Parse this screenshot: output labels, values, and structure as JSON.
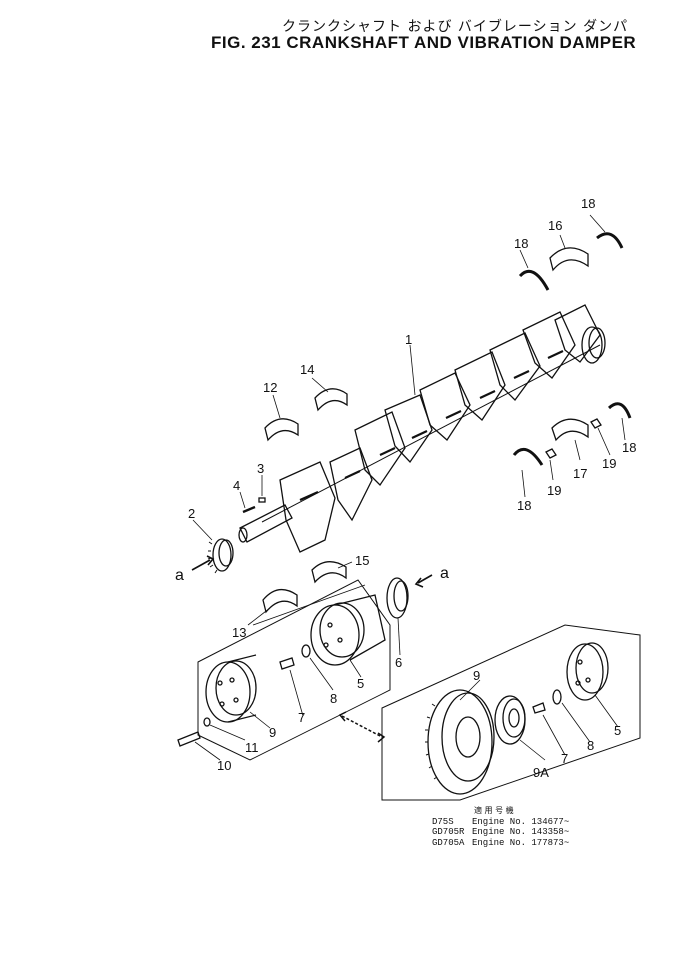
{
  "title": {
    "japanese": "クランクシャフト および バイブレーション ダンパ",
    "english": "FIG. 231  CRANKSHAFT AND VIBRATION DAMPER"
  },
  "callouts": {
    "c1": "1",
    "c2": "2",
    "c3": "3",
    "c4": "4",
    "c5a": "5",
    "c5b": "5",
    "c6": "6",
    "c7a": "7",
    "c7b": "7",
    "c8a": "8",
    "c8b": "8",
    "c9a": "9",
    "c9b": "9",
    "c9A": "9A",
    "c10": "10",
    "c11": "11",
    "c12": "12",
    "c13": "13",
    "c14": "14",
    "c15": "15",
    "c16": "16",
    "c17": "17",
    "c18a": "18",
    "c18b": "18",
    "c18c": "18",
    "c18d": "18",
    "c19a": "19",
    "c19b": "19",
    "ca1": "a",
    "ca2": "a"
  },
  "applicability": {
    "heading": "適 用 号 機",
    "rows": [
      {
        "model": "D75S",
        "serial": "Engine No. 134677~"
      },
      {
        "model": "GD705R",
        "serial": "Engine No. 143358~"
      },
      {
        "model": "GD705A",
        "serial": "Engine No. 177873~"
      }
    ]
  }
}
